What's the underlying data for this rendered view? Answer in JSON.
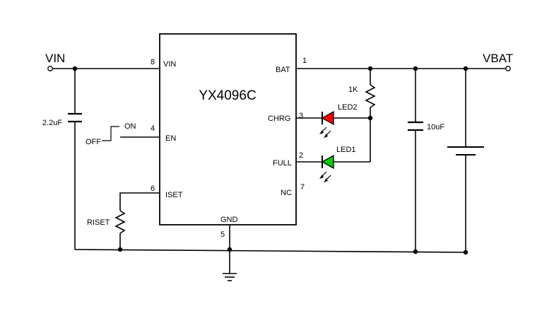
{
  "chip": {
    "name": "YX4096C",
    "pins": {
      "vin": {
        "number": "8",
        "name": "VIN"
      },
      "en": {
        "number": "4",
        "name": "EN"
      },
      "iset": {
        "number": "6",
        "name": "ISET"
      },
      "gnd": {
        "number": "5",
        "name": "GND"
      },
      "bat": {
        "number": "1",
        "name": "BAT"
      },
      "chrg": {
        "number": "3",
        "name": "CHRG"
      },
      "full": {
        "number": "2",
        "name": "FULL"
      },
      "nc": {
        "number": "7",
        "name": "NC"
      }
    }
  },
  "nets": {
    "vin": "VIN",
    "vbat": "VBAT"
  },
  "components": {
    "input_cap": "2.2uF",
    "output_cap": "10uF",
    "resistor_1k": "1K",
    "riset": "RISET",
    "led2": {
      "label": "LED2",
      "color": "#ff0000"
    },
    "led1": {
      "label": "LED1",
      "color": "#00cc00"
    }
  },
  "switch": {
    "on": "ON",
    "off": "OFF"
  }
}
